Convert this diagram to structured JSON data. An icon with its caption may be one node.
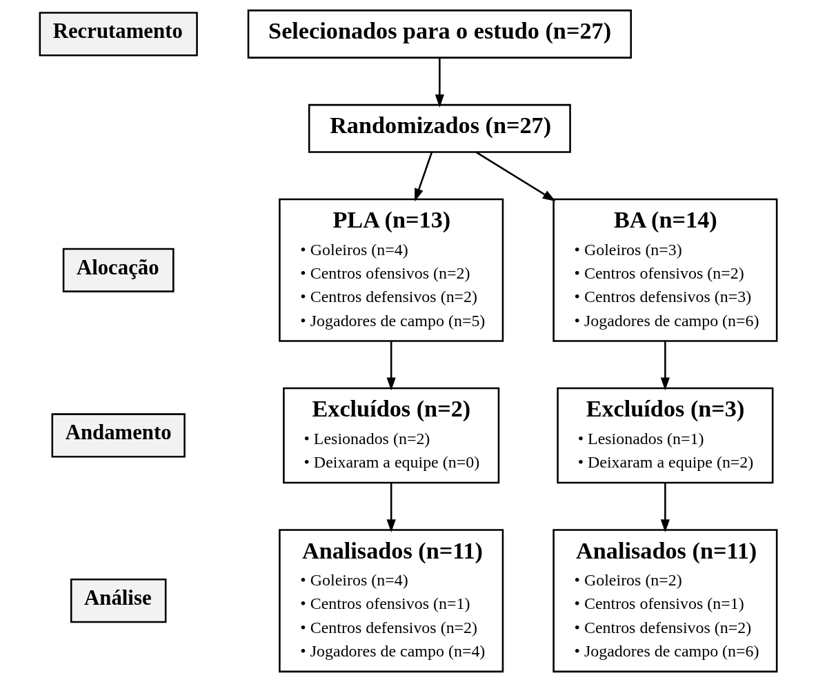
{
  "diagram": {
    "nodes": [
      {
        "text": [
          "Recrutamento"
        ]
      },
      {
        "text": [
          "Alocação"
        ]
      },
      {
        "text": [
          "Andamento"
        ]
      },
      {
        "text": [
          "Análise"
        ]
      },
      {
        "text": [
          "Selecionados para o estudo (n=27)"
        ]
      },
      {
        "text": [
          "Randomizados (n=27)"
        ]
      },
      {
        "text": [
          "PLA (n=13)",
          "• Goleiros (n=4)",
          "• Centros ofensivos (n=2)",
          "• Centros defensivos (n=2)",
          "• Jogadores de campo (n=5)"
        ]
      },
      {
        "text": [
          "BA (n=14)",
          "• Goleiros (n=3)",
          "• Centros ofensivos (n=2)",
          "• Centros defensivos (n=3)",
          "• Jogadores de campo (n=6)"
        ]
      },
      {
        "text": [
          "Excluídos (n=2)",
          "• Lesionados (n=2)",
          "• Deixaram a equipe (n=0)"
        ]
      },
      {
        "text": [
          "Excluídos (n=3)",
          "• Lesionados (n=1)",
          "• Deixaram a equipe (n=2)"
        ]
      },
      {
        "text": [
          "Analisados (n=11)",
          "• Goleiros (n=4)",
          "• Centros ofensivos (n=1)",
          "• Centros defensivos (n=2)",
          "• Jogadores de campo (n=4)"
        ]
      },
      {
        "text": [
          "Analisados (n=11)",
          "• Goleiros (n=2)",
          "• Centros ofensivos (n=1)",
          "• Centros defensivos (n=2)",
          "• Jogadores de campo (n=6)"
        ]
      }
    ],
    "edges": [
      {
        "from": 4,
        "to": 5,
        "arrow": "to"
      },
      {
        "from": 5,
        "to": 6,
        "arrow": "to"
      },
      {
        "from": 5,
        "to": 7,
        "arrow": "to"
      },
      {
        "from": 6,
        "to": 8,
        "arrow": "to"
      },
      {
        "from": 7,
        "to": 9,
        "arrow": "to"
      },
      {
        "from": 8,
        "to": 10,
        "arrow": "to"
      },
      {
        "from": 9,
        "to": 11,
        "arrow": "to"
      }
    ]
  }
}
